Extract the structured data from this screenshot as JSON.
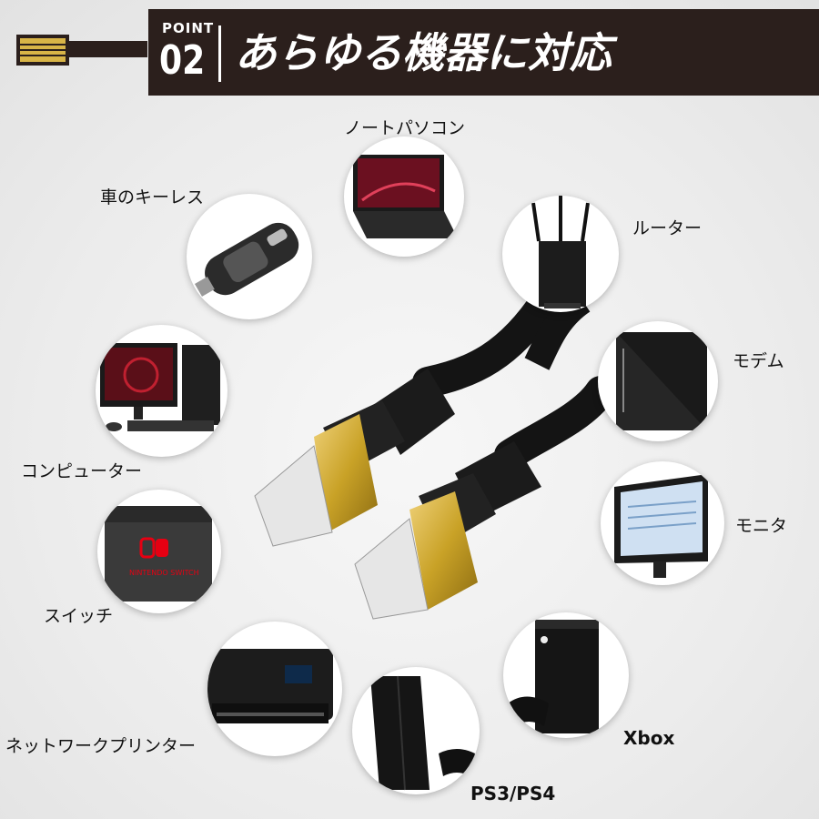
{
  "header": {
    "point_label": "POINT",
    "point_number": "02",
    "headline": "あらゆる機器に対応"
  },
  "devices": [
    {
      "id": "laptop",
      "label": "ノートパソコン",
      "icon": "laptop-icon"
    },
    {
      "id": "car-key",
      "label": "車のキーレス",
      "icon": "car-key-icon"
    },
    {
      "id": "router",
      "label": "ルーター",
      "icon": "router-icon"
    },
    {
      "id": "modem",
      "label": "モデム",
      "icon": "modem-icon"
    },
    {
      "id": "computer",
      "label": "コンピューター",
      "icon": "desktop-computer-icon"
    },
    {
      "id": "monitor",
      "label": "モニタ",
      "icon": "monitor-icon"
    },
    {
      "id": "switch",
      "label": "スイッチ",
      "icon": "game-console-dock-icon"
    },
    {
      "id": "printer",
      "label": "ネットワークプリンター",
      "icon": "printer-icon"
    },
    {
      "id": "xbox",
      "label": "Xbox",
      "icon": "xbox-icon"
    },
    {
      "id": "ps",
      "label": "PS3/PS4",
      "icon": "playstation-icon"
    }
  ],
  "printed_text": {
    "switch_brand": "NINTENDO SWITCH"
  },
  "colors": {
    "header_bg": "#2b1f1c",
    "connector_gold": "#c9a227",
    "cable_black": "#141414"
  }
}
